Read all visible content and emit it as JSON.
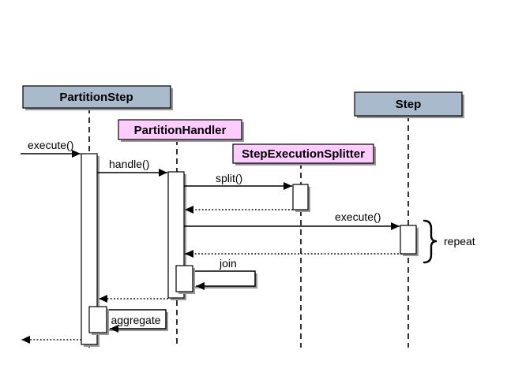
{
  "diagram": {
    "type": "uml-sequence-diagram",
    "participants": [
      {
        "label": "PartitionStep",
        "kind": "class"
      },
      {
        "label": "PartitionHandler",
        "kind": "class"
      },
      {
        "label": "StepExecutionSplitter",
        "kind": "class"
      },
      {
        "label": "Step",
        "kind": "class"
      }
    ],
    "messages": [
      {
        "label": "execute()",
        "from": "external-caller",
        "to": "PartitionStep",
        "kind": "sync-call",
        "style": "solid"
      },
      {
        "label": "handle()",
        "from": "PartitionStep",
        "to": "PartitionHandler",
        "kind": "sync-call",
        "style": "solid"
      },
      {
        "label": "split()",
        "from": "PartitionHandler",
        "to": "StepExecutionSplitter",
        "kind": "sync-call",
        "style": "solid"
      },
      {
        "label": "",
        "from": "StepExecutionSplitter",
        "to": "PartitionHandler",
        "kind": "return",
        "style": "dotted"
      },
      {
        "label": "execute()",
        "from": "PartitionHandler",
        "to": "Step",
        "kind": "sync-call",
        "style": "solid"
      },
      {
        "label": "",
        "from": "Step",
        "to": "PartitionHandler",
        "kind": "return",
        "style": "dotted"
      },
      {
        "label": "join",
        "from": "PartitionHandler",
        "to": "PartitionHandler",
        "kind": "self-call",
        "style": "solid"
      },
      {
        "label": "",
        "from": "PartitionHandler",
        "to": "PartitionStep",
        "kind": "return",
        "style": "dotted"
      },
      {
        "label": "aggregate",
        "from": "PartitionStep",
        "to": "PartitionStep",
        "kind": "self-call",
        "style": "solid"
      },
      {
        "label": "",
        "from": "PartitionStep",
        "to": "external-caller",
        "kind": "return",
        "style": "dotted"
      }
    ],
    "annotations": [
      {
        "label": "repeat",
        "attached_to": "Step execute() activation",
        "shape": "curly-brace"
      }
    ]
  },
  "colors": {
    "class_box_blue": "#A9BACD",
    "class_box_pink": "#FFCCFF",
    "shadow_gray": "#999999",
    "activation_fill": "#FFFFFF",
    "line_black": "#000000",
    "background": "#FFFFFF"
  }
}
